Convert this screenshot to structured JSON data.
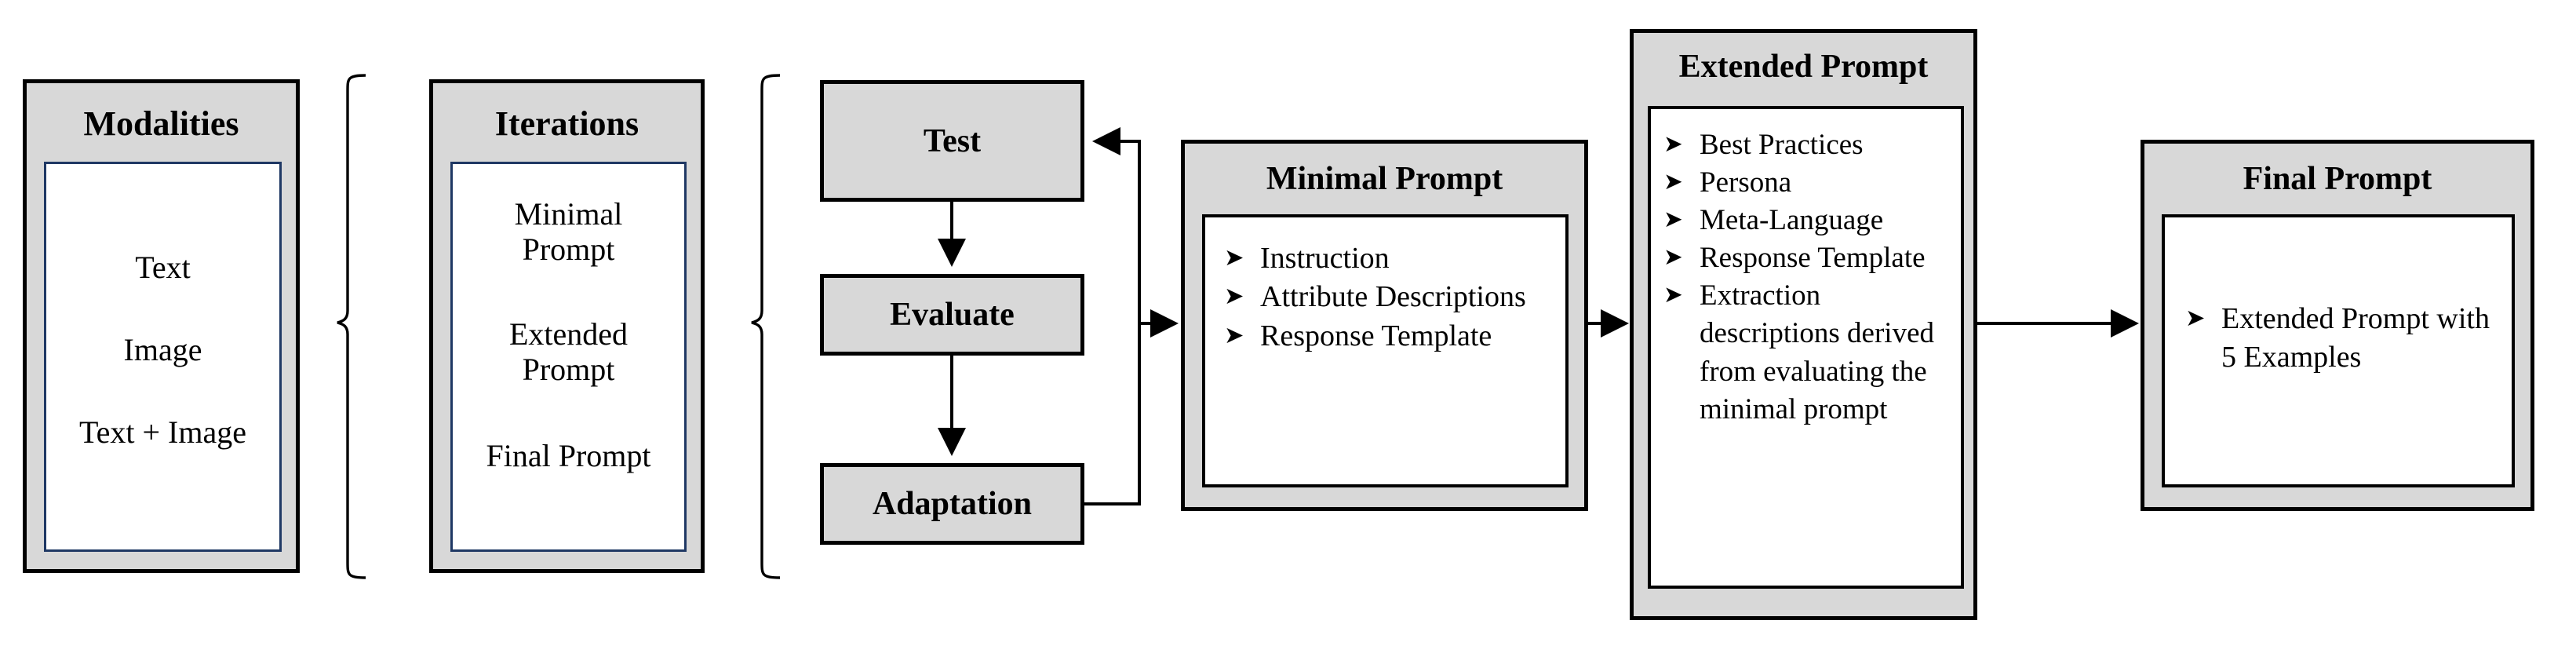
{
  "diagram": {
    "title": "Prompt engineering iterative workflow",
    "colors": {
      "panel_fill": "#d8d8d8",
      "panel_border": "#000000",
      "inner_border_blue": "#1f3864",
      "inner_border_black": "#000000",
      "background": "#ffffff"
    },
    "bullet_glyph": "➤"
  },
  "modalities": {
    "title": "Modalities",
    "items": [
      "Text",
      "Image",
      "Text + Image"
    ]
  },
  "iterations": {
    "title": "Iterations",
    "items": [
      "Minimal\nPrompt",
      "Extended\nPrompt",
      "Final Prompt"
    ],
    "item_1_line_1": "Minimal",
    "item_1_line_2": "Prompt",
    "item_2_line_1": "Extended",
    "item_2_line_2": "Prompt",
    "item_3_line_1": "Final Prompt"
  },
  "process": {
    "steps": [
      "Test",
      "Evaluate",
      "Adaptation"
    ],
    "step_1": "Test",
    "step_2": "Evaluate",
    "step_3": "Adaptation"
  },
  "minimal_prompt": {
    "title": "Minimal Prompt",
    "bullets": [
      "Instruction",
      "Attribute Descriptions",
      "Response Template"
    ],
    "bullet_1": "Instruction",
    "bullet_2": "Attribute Descriptions",
    "bullet_3": "Response Template"
  },
  "extended_prompt": {
    "title": "Extended Prompt",
    "bullets": [
      "Best Practices",
      "Persona",
      "Meta-Language",
      "Response Template",
      "Extraction descriptions derived from evaluating the minimal prompt"
    ],
    "bullet_1": "Best Practices",
    "bullet_2": "Persona",
    "bullet_3": "Meta-Language",
    "bullet_4": "Response Template",
    "bullet_5": "Extraction descriptions derived from evaluating the minimal prompt"
  },
  "final_prompt": {
    "title": "Final Prompt",
    "bullets": [
      "Extended Prompt with 5 Examples"
    ],
    "bullet_1": "Extended Prompt with 5 Examples"
  }
}
